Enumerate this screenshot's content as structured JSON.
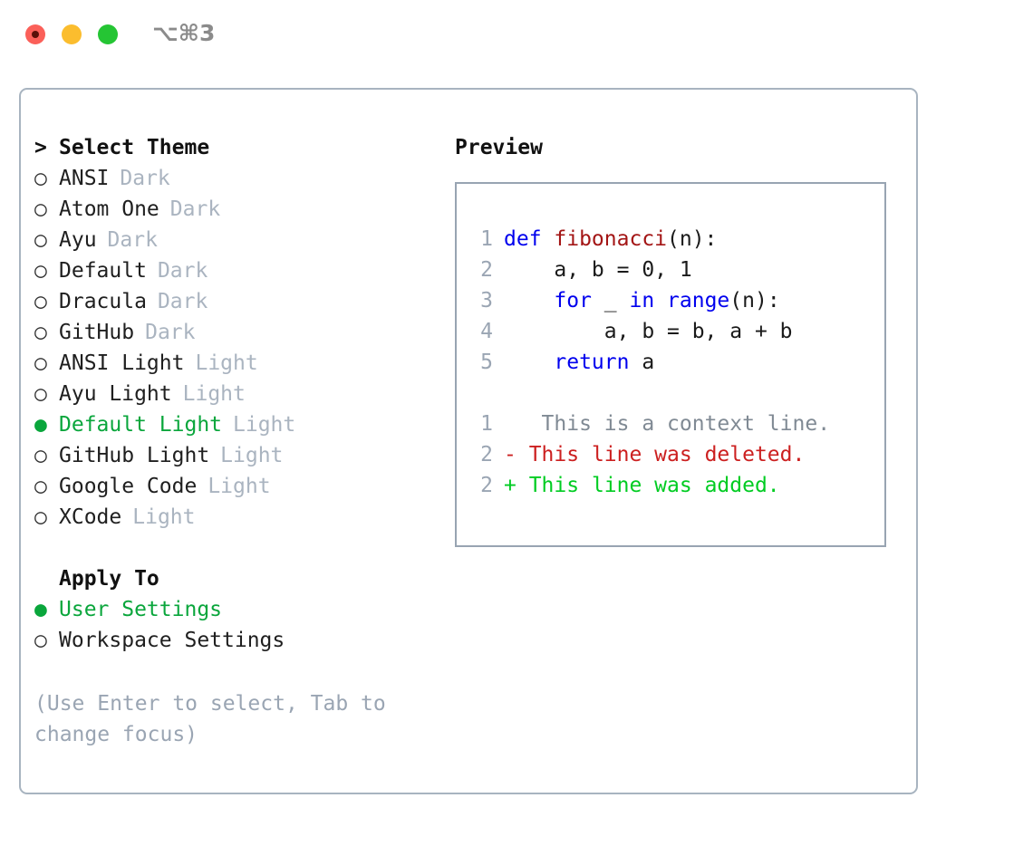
{
  "titlebar": {
    "shortcut": "⌥⌘3",
    "buttons": [
      {
        "name": "close",
        "color": "#fb6059"
      },
      {
        "name": "minimize",
        "color": "#fbbd2e"
      },
      {
        "name": "zoom",
        "color": "#25c534"
      }
    ]
  },
  "theme_panel": {
    "caret": ">",
    "heading": "Select Theme",
    "bullet_unselected": "○",
    "bullet_selected": "●",
    "items": [
      {
        "label": "ANSI",
        "tag": "Dark",
        "selected": false
      },
      {
        "label": "Atom One",
        "tag": "Dark",
        "selected": false
      },
      {
        "label": "Ayu",
        "tag": "Dark",
        "selected": false
      },
      {
        "label": "Default",
        "tag": "Dark",
        "selected": false
      },
      {
        "label": "Dracula",
        "tag": "Dark",
        "selected": false
      },
      {
        "label": "GitHub",
        "tag": "Dark",
        "selected": false
      },
      {
        "label": "ANSI Light",
        "tag": "Light",
        "selected": false
      },
      {
        "label": "Ayu Light",
        "tag": "Light",
        "selected": false
      },
      {
        "label": "Default Light",
        "tag": "Light",
        "selected": true
      },
      {
        "label": "GitHub Light",
        "tag": "Light",
        "selected": false
      },
      {
        "label": "Google Code",
        "tag": "Light",
        "selected": false
      },
      {
        "label": "XCode",
        "tag": "Light",
        "selected": false
      }
    ]
  },
  "apply_to": {
    "heading": "Apply To",
    "items": [
      {
        "label": "User Settings",
        "selected": true
      },
      {
        "label": "Workspace Settings",
        "selected": false
      }
    ]
  },
  "hint": "(Use Enter to select, Tab to change focus)",
  "preview": {
    "title": "Preview",
    "code_lines": [
      {
        "num": "1",
        "tokens": [
          {
            "t": "def ",
            "c": "kw"
          },
          {
            "t": "fibonacci",
            "c": "fn"
          },
          {
            "t": "(n):",
            "c": "pl"
          }
        ]
      },
      {
        "num": "2",
        "tokens": [
          {
            "t": "    a, b = 0, 1",
            "c": "pl"
          }
        ]
      },
      {
        "num": "3",
        "tokens": [
          {
            "t": "    ",
            "c": "pl"
          },
          {
            "t": "for",
            "c": "kw"
          },
          {
            "t": " _ ",
            "c": "pl"
          },
          {
            "t": "in",
            "c": "kw"
          },
          {
            "t": " ",
            "c": "pl"
          },
          {
            "t": "range",
            "c": "kw"
          },
          {
            "t": "(n):",
            "c": "pl"
          }
        ]
      },
      {
        "num": "4",
        "tokens": [
          {
            "t": "        a, b = b, a + b",
            "c": "pl"
          }
        ]
      },
      {
        "num": "5",
        "tokens": [
          {
            "t": "    ",
            "c": "pl"
          },
          {
            "t": "return",
            "c": "kw"
          },
          {
            "t": " a",
            "c": "pl"
          }
        ]
      }
    ],
    "diff_lines": [
      {
        "num": "1",
        "marker": " ",
        "text": "  This is a context line.",
        "kind": "diff-ctx"
      },
      {
        "num": "2",
        "marker": "-",
        "text": " This line was deleted.",
        "kind": "diff-del"
      },
      {
        "num": "2",
        "marker": "+",
        "text": " This line was added.",
        "kind": "diff-add"
      }
    ]
  },
  "colors": {
    "accent_green": "#0aa63c",
    "diff_add": "#00cc22",
    "diff_delete": "#cc2020",
    "keyword_blue": "#0000ee",
    "function_red": "#a31515",
    "muted": "#aab4c0",
    "border": "#a8b4c0"
  }
}
